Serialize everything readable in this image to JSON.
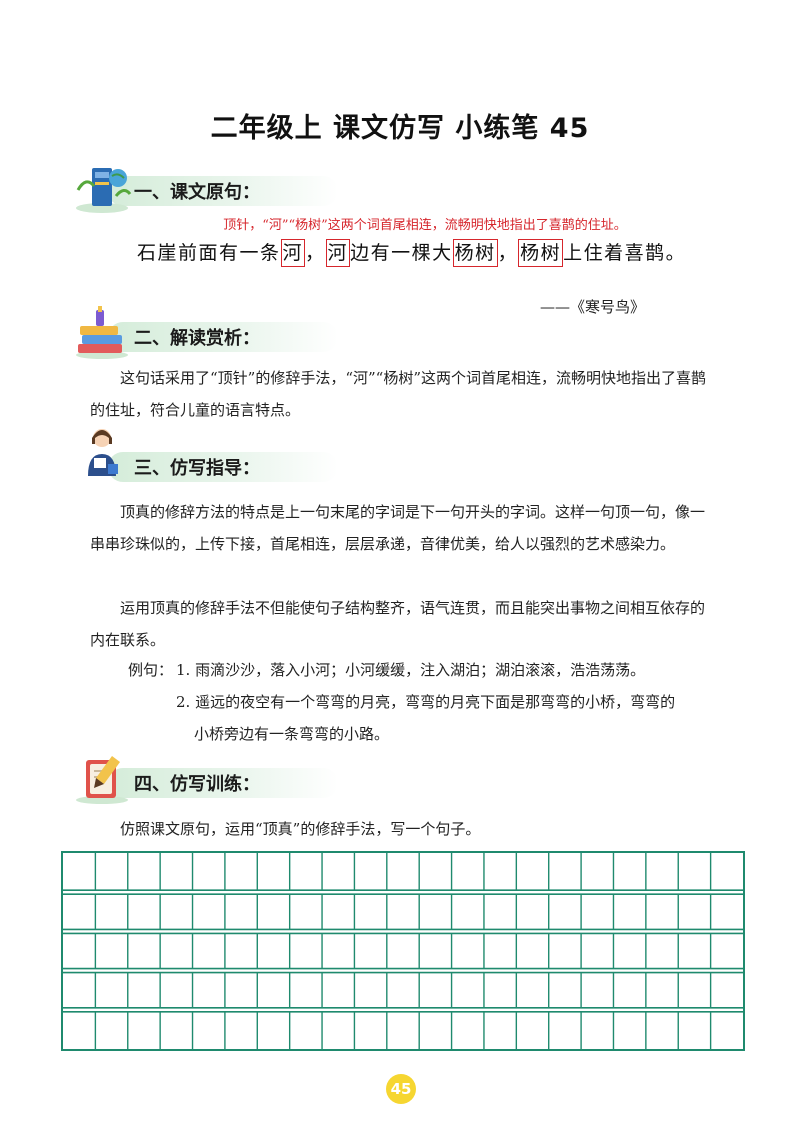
{
  "title": "二年级上  课文仿写  小练笔 45",
  "sections": {
    "s1": "一、课文原句：",
    "s2": "二、解读赏析：",
    "s3": "三、仿写指导：",
    "s4": "四、仿写训练："
  },
  "original": {
    "note": "顶针，“河”“杨树”这两个词首尾相连，流畅明快地指出了喜鹊的住址。",
    "p1": "石崖前面有一条",
    "b1": "河",
    "p2": "，",
    "b2": "河",
    "p3": "边有一棵大",
    "b3": "杨树",
    "p4": "，",
    "b4": "杨树",
    "p5": "上住着喜鹊。",
    "source": "——《寒号鸟》"
  },
  "analysis": "这句话采用了“顶针”的修辞手法，“河”“杨树”这两个词首尾相连，流畅明快地指出了喜鹊的住址，符合儿童的语言特点。",
  "guide": {
    "p1": "顶真的修辞方法的特点是上一句末尾的字词是下一句开头的字词。这样一句顶一句，像一串串珍珠似的，上传下接，首尾相连，层层承递，音律优美，给人以强烈的艺术感染力。",
    "p2": "运用顶真的修辞手法不但能使句子结构整齐，语气连贯，而且能突出事物之间相互依存的内在联系。",
    "example_label": "例句：",
    "ex1": "1. 雨滴沙沙，落入小河；小河缓缓，注入湖泊；湖泊滚滚，浩浩荡荡。",
    "ex2a": "2. 遥远的夜空有一个弯弯的月亮，弯弯的月亮下面是那弯弯的小桥，弯弯的",
    "ex2b": "小桥旁边有一条弯弯的小路。"
  },
  "practice": "仿照课文原句，运用“顶真”的修辞手法，写一个句子。",
  "grid": {
    "rows": 5,
    "cols": 21
  },
  "page_number": "45",
  "colors": {
    "accent_red": "#d6262c",
    "grid_green": "#1f8a6e",
    "header_green": "#d4ecd9",
    "badge_yellow": "#f6d631"
  }
}
